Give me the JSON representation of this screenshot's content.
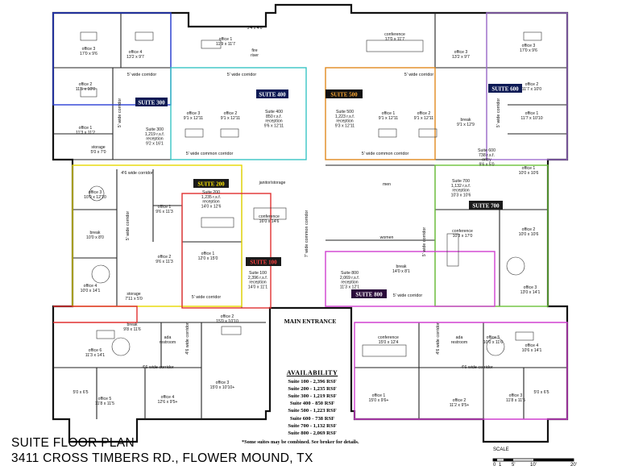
{
  "title": "SUITE FLOOR PLAN",
  "address": "3411 CROSS TIMBERS RD., FLOWER MOUND, TX",
  "main_entrance": "MAIN ENTRANCE",
  "availability_title": "AVAILABILITY",
  "availability": [
    "Suite 100 - 2,396 RSF",
    "Suite 200 - 1,235 RSF",
    "Suite 300 - 1,219 RSF",
    "Suite 400 - 850 RSF",
    "Suite 500 - 1,223 RSF",
    "Suite 600 - 738 RSF",
    "Suite 700 - 1,132 RSF",
    "Suite 800 - 2,069 RSF"
  ],
  "note": "*Some suites may be combined.  See broker for details.",
  "scale": {
    "label": "SCALE",
    "ticks": [
      "0",
      "1",
      "5'",
      "10'",
      "20'"
    ]
  },
  "suite_tags": {
    "s100": "SUITE 100",
    "s200": "SUITE 200",
    "s300": "SUITE 300",
    "s400": "SUITE 400",
    "s500": "SUITE 500",
    "s600": "SUITE 600",
    "s700": "SUITE 700",
    "s800": "SUITE 800"
  },
  "colors": {
    "suite100": "#e03030",
    "suite200": "#e6d800",
    "suite300": "#2a3fd6",
    "suite400": "#38c4c4",
    "suite500": "#e08a20",
    "suite600": "#a070d0",
    "suite700": "#6bc23a",
    "suite800": "#d040d0"
  },
  "rooms": {
    "nw_office3": [
      "office 3",
      "17'0 x 9'6"
    ],
    "nw_office4": [
      "office 4",
      "13'2 x 9'7"
    ],
    "n_office1": [
      "office 1",
      "11'9 x 11'7"
    ],
    "n_5x6": [
      "5'4 x 4'6",
      ""
    ],
    "n_fire": [
      "fire",
      "riser"
    ],
    "n_conf": [
      "conference",
      "17'0 x 11'7"
    ],
    "ne_office3a": [
      "office 3",
      "13'2 x 9'7"
    ],
    "ne_office3b": [
      "office 3",
      "17'0 x 9'6"
    ],
    "w_office2": [
      "office 2",
      "11'5 x 10'0"
    ],
    "w_office1": [
      "office 1",
      "11'3 x 11'2"
    ],
    "w_storage": [
      "storage",
      "5'0 x 7'0"
    ],
    "s300_rec": [
      "Suite 300",
      "1,219 r.s.f.",
      "reception",
      "9'2 x 16'1"
    ],
    "s400_off3": [
      "office 3",
      "9'1 x 12'11"
    ],
    "s400_off2": [
      "office 2",
      "9'1 x 12'11"
    ],
    "s400_rec": [
      "Suite 400",
      "850 r.s.f.",
      "reception",
      "9'6 x 12'11"
    ],
    "s500_rec": [
      "Suite 500",
      "1,223 r.s.f.",
      "reception",
      "9'3 x 12'11"
    ],
    "s500_off1": [
      "office 1",
      "9'1 x 12'11"
    ],
    "s500_off2": [
      "office 2",
      "9'1 x 12'11"
    ],
    "s500_break": [
      "break",
      "9'1 x 12'9"
    ],
    "e_office2": [
      "office 2",
      "11'7 x 10'0"
    ],
    "e_office1": [
      "office 1",
      "11'7 x 10'10"
    ],
    "s600_rec": [
      "Suite 600",
      "738 r.s.f.",
      "entry",
      "9'6 x 5'0"
    ],
    "s200_off3": [
      "office 3",
      "10'0 x 12'10"
    ],
    "s200_rec": [
      "Suite 200",
      "1,235 r.s.f.",
      "reception",
      "14'0 x 12'6"
    ],
    "jan": [
      "janitor/storage",
      ""
    ],
    "s200_off1": [
      "office 1",
      "9'6 x 11'3"
    ],
    "s200_break": [
      "break",
      "10'0 x 8'0"
    ],
    "s200_off2": [
      "office 2",
      "9'6 x 11'3"
    ],
    "s100_conf": [
      "conference",
      "16'0 x 14'6"
    ],
    "s100_off1": [
      "office 1",
      "12'0 x 15'0"
    ],
    "s100_rec": [
      "Suite 100",
      "2,396 r.s.f.",
      "reception",
      "14'0 x 11'1"
    ],
    "storage2": [
      "storage",
      "7'11 x 5'0"
    ],
    "w_office4": [
      "office 4",
      "10'0 x 14'1"
    ],
    "men": [
      "men",
      ""
    ],
    "women": [
      "women",
      ""
    ],
    "s700_rec": [
      "Suite 700",
      "1,132 r.s.f.",
      "reception",
      "10'3 x 10'6"
    ],
    "e_office1b": [
      "office 1",
      "10'0 x 10'6"
    ],
    "e_conf": [
      "conference",
      "10'3 x 17'0"
    ],
    "e_office2b": [
      "office 2",
      "10'0 x 10'6"
    ],
    "s800_break": [
      "break",
      "14'0 x 8'1"
    ],
    "s800_rec": [
      "Suite 800",
      "2,069 r.s.f.",
      "reception",
      "11'3 x 12'1"
    ],
    "e_office3": [
      "office 3",
      "13'0 x 14'1"
    ],
    "sw_break": [
      "break",
      "9'8 x 11'6"
    ],
    "sw_office2": [
      "office 2",
      "15'0 x 10'10"
    ],
    "sw_restroom": [
      "ada",
      "restroom"
    ],
    "sw_office6": [
      "office 6",
      "11'3 x 14'1"
    ],
    "sw_5x6": [
      "5'0 x 6'5",
      ""
    ],
    "sw_office5": [
      "office 5",
      "11'8 x 11'5"
    ],
    "sw_office4": [
      "office 4",
      "12'6 x 9'5+"
    ],
    "sw_office3": [
      "office 3",
      "15'0 x 10'10+"
    ],
    "se_conf": [
      "conference",
      "15'0 x 12'4"
    ],
    "se_restroom": [
      "ada",
      "restroom"
    ],
    "se_office5": [
      "office 5",
      "10'0 x 11'6"
    ],
    "se_office4": [
      "office 4",
      "10'6 x 14'1"
    ],
    "se_office1": [
      "office 1",
      "15'0 x 9'6+"
    ],
    "se_office2": [
      "office 2",
      "11'2 x 9'5+"
    ],
    "se_office3": [
      "office 3",
      "11'8 x 11'5"
    ],
    "se_5x6": [
      "5'0 x 6'5",
      ""
    ]
  },
  "corridors": {
    "c1": "5' wide corridor",
    "c2": "5' wide corridor",
    "c3": "5' wide corridor",
    "c4": "5' wide common corridor",
    "c5": "5' wide common corridor",
    "c6": "4'6 wide corridor",
    "c7": "5' wide corridor",
    "c8": "5' wide corridor",
    "c9": "7' wide common corridor",
    "c10": "5' wide corridor",
    "c11": "5' wide corridor",
    "c12": "4'6 wide corridor",
    "c13": "4'6 wide corridor",
    "c14": "4'6 wide corridor",
    "c15": "4'6 wide corridor",
    "c16": "5' wide corridor",
    "c17": "5' wide corridor"
  }
}
